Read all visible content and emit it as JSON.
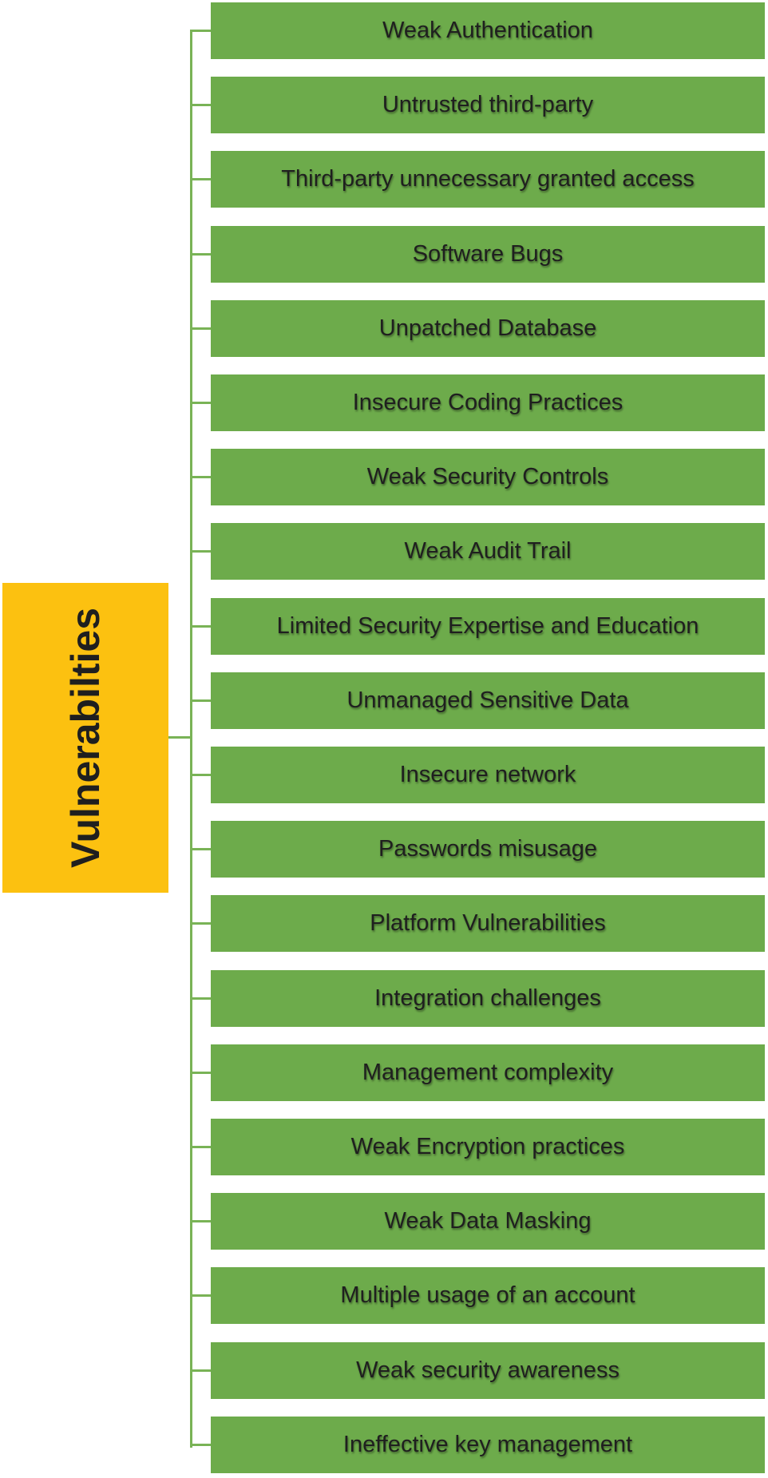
{
  "diagram": {
    "root": {
      "label": "Vulnerabilties"
    },
    "items": [
      "Weak Authentication",
      "Untrusted third-party",
      "Third-party unnecessary granted access",
      "Software Bugs",
      "Unpatched Database",
      "Insecure Coding Practices",
      "Weak Security Controls",
      "Weak Audit Trail",
      "Limited Security Expertise and Education",
      "Unmanaged Sensitive Data",
      "Insecure network",
      "Passwords misusage",
      "Platform Vulnerabilities",
      "Integration challenges",
      "Management complexity",
      "Weak Encryption practices",
      "Weak Data Masking",
      "Multiple usage of an account",
      "Weak security awareness",
      "Ineffective key management"
    ],
    "colors": {
      "root_fill": "#fcc110",
      "item_fill": "#6dab4b",
      "connector": "#79b356",
      "text": "#1f1f1f"
    }
  }
}
